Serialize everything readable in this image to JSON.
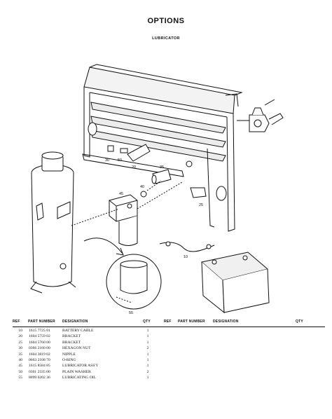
{
  "header": {
    "title": "OPTIONS",
    "subtitle": "LUBRICATOR"
  },
  "callouts": [
    "30",
    "50",
    "20",
    "35",
    "40",
    "45",
    "25",
    "10",
    "55"
  ],
  "table": {
    "left_headers": {
      "ref": "REF",
      "part_number": "PART NUMBER",
      "designation": "DESIGNATION",
      "qty": "QTY"
    },
    "right_headers": {
      "ref": "REF",
      "part_number": "PART NUMBER",
      "designation": "DESIGNATION",
      "qty": "QTY"
    },
    "rows": [
      {
        "ref": "10",
        "part_number": "1615 7725 01",
        "designation": "BATTERY CABLE",
        "qty": "1"
      },
      {
        "ref": "20",
        "part_number": "1604 5759 02",
        "designation": "BRACKET",
        "qty": "1"
      },
      {
        "ref": "25",
        "part_number": "1604 5760 00",
        "designation": "BRACKET",
        "qty": "1"
      },
      {
        "ref": "30",
        "part_number": "0366 2160 00",
        "designation": "HEXAGON NUT",
        "qty": "2"
      },
      {
        "ref": "35",
        "part_number": "1604 3819 02",
        "designation": "NIPPLE",
        "qty": "1"
      },
      {
        "ref": "40",
        "part_number": "0663 2108 70",
        "designation": "O-RING",
        "qty": "1"
      },
      {
        "ref": "45",
        "part_number": "1615 8584 85",
        "designation": "LUBRICATOR ASS'Y",
        "qty": "1"
      },
      {
        "ref": "50",
        "part_number": "0301 2335 00",
        "designation": "PLAIN WASHER",
        "qty": "2"
      },
      {
        "ref": "55",
        "part_number": "8099 0202 36",
        "designation": "LUBRICATING OIL",
        "qty": "1"
      }
    ]
  }
}
